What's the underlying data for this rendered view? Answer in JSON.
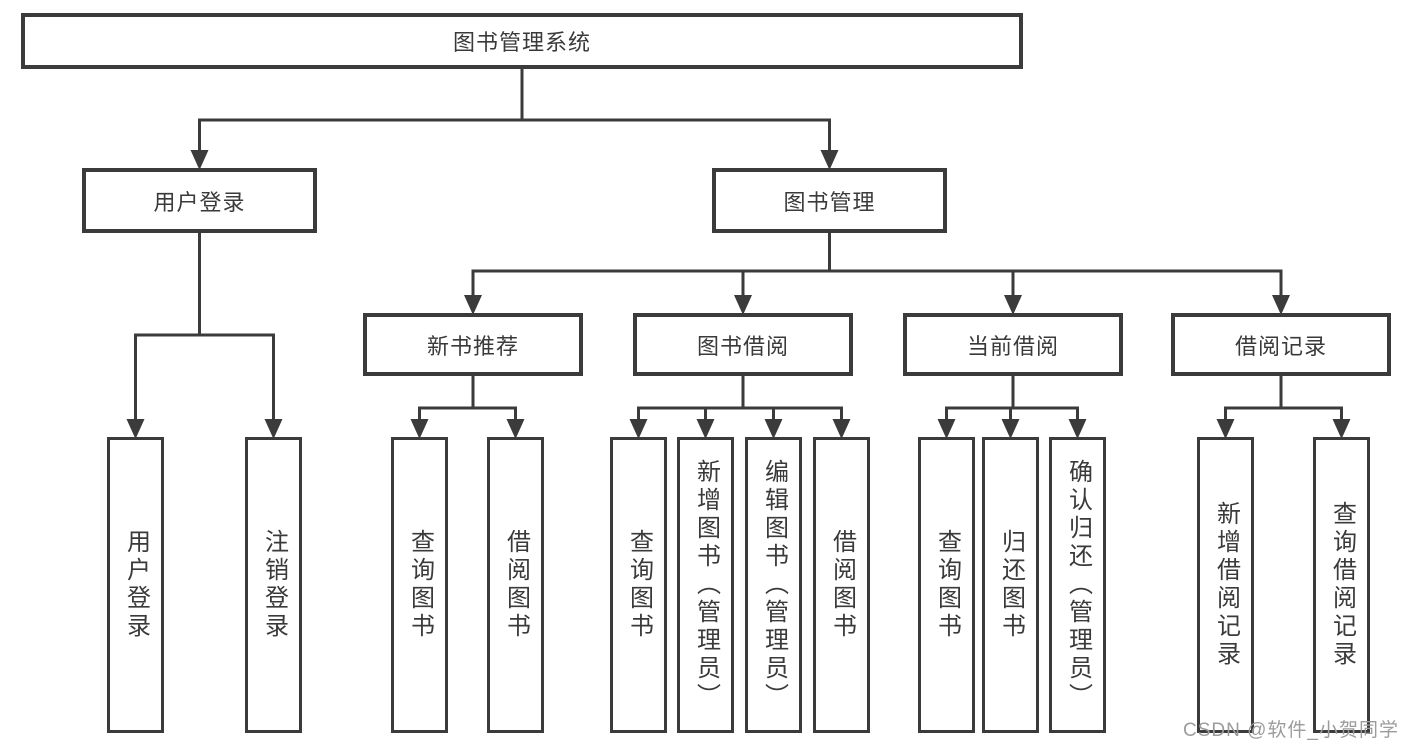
{
  "colors": {
    "line": "#3b3b3b",
    "text": "#3a3a3a",
    "watermark": "#9c9c9c"
  },
  "tree": {
    "label": "图书管理系统",
    "children": [
      {
        "label": "用户登录",
        "children": [
          {
            "label": "用户登录"
          },
          {
            "label": "注销登录"
          }
        ]
      },
      {
        "label": "图书管理",
        "children": [
          {
            "label": "新书推荐",
            "children": [
              {
                "label": "查询图书"
              },
              {
                "label": "借阅图书"
              }
            ]
          },
          {
            "label": "图书借阅",
            "children": [
              {
                "label": "查询图书"
              },
              {
                "label": "新增图书（管理员）"
              },
              {
                "label": "编辑图书（管理员）"
              },
              {
                "label": "借阅图书"
              }
            ]
          },
          {
            "label": "当前借阅",
            "children": [
              {
                "label": "查询图书"
              },
              {
                "label": "归还图书"
              },
              {
                "label": "确认归还（管理员）"
              }
            ]
          },
          {
            "label": "借阅记录",
            "children": [
              {
                "label": "新增借阅记录"
              },
              {
                "label": "查询借阅记录"
              }
            ]
          }
        ]
      }
    ]
  },
  "watermark": "CSDN @软件_小贺同学"
}
